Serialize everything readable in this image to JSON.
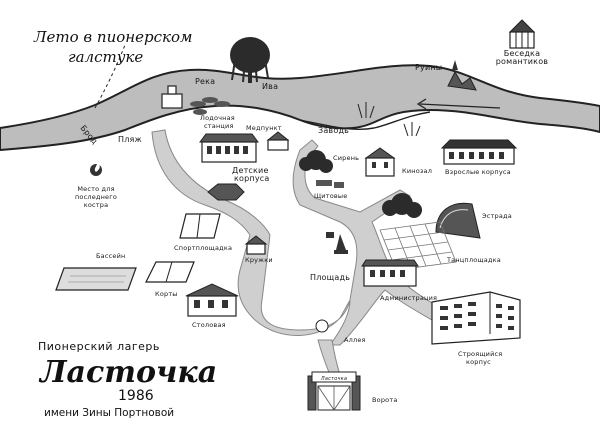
{
  "title": {
    "line1": "Лето в пионерском",
    "line2": "галстуке"
  },
  "camp": {
    "line1": "Пионерский лагерь",
    "name": "Ласточка",
    "year": "1986",
    "line2": "имени Зины Портновой"
  },
  "places": {
    "besedka1": "Беседка",
    "besedka2": "романтиков",
    "ruins": "Руины",
    "iva": "Ива",
    "reka": "Река",
    "zavod": "Заводь",
    "brod": "Брод",
    "plyazh": "Пляж",
    "lodochnaya1": "Лодочная",
    "lodochnaya2": "станция",
    "medpunkt": "Медпункт",
    "detskie1": "Детские",
    "detskie2": "корпуса",
    "siren": "Сирень",
    "kinozal": "Кинозал",
    "vzroslye": "Взрослые корпуса",
    "koster1": "Место для",
    "koster2": "последнего",
    "koster3": "костра",
    "shchitovye": "Щитовые",
    "estrada": "Эстрада",
    "sportploshchadka": "Спортплощадка",
    "kruzhki": "Кружки",
    "tantsploshchadka": "Танцплощадка",
    "basseyn": "Бассейн",
    "ploshchad": "Площадь",
    "administratsiya": "Администрация",
    "korty": "Корты",
    "stolovaya": "Столовая",
    "stroyashchiysya1": "Строящийся",
    "stroyashchiysya2": "корпус",
    "alleya": "Аллея",
    "vorota": "Ворота",
    "gate_sign": "Ласточка"
  }
}
